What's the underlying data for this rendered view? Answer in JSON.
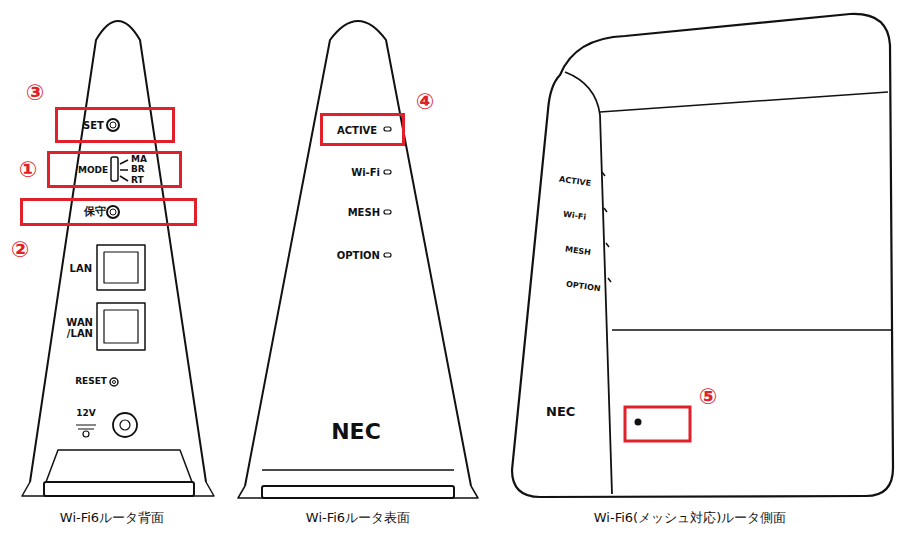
{
  "diagram": {
    "nodes": [
      {
        "text": [
          "SET"
        ]
      },
      {
        "text": [
          "MODE"
        ]
      },
      {
        "text": [
          "保守"
        ]
      },
      {
        "text": [
          "ACTIVE"
        ]
      }
    ],
    "labels": [
      "③",
      "①",
      "MA",
      "BR",
      "RT",
      "②",
      "LAN",
      "WAN /LAN",
      "RESET",
      "12V",
      "Wi-Fi6ルータ背面",
      "④",
      "Wi-Fi",
      "MESH",
      "OPTION",
      "NEC",
      "Wi-Fi6ルータ表面",
      "ACTIVE",
      "Wi-Fi",
      "MESH",
      "OPTION",
      "NEC",
      "⑤",
      "Wi-Fi6(メッシュ対応)ルータ側面"
    ]
  }
}
